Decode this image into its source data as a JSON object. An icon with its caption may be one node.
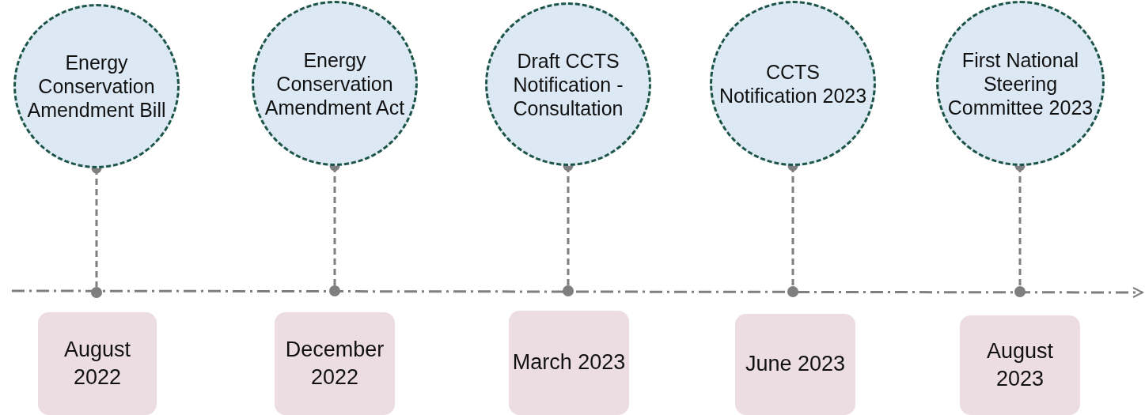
{
  "diagram": {
    "nodes": [
      {
        "text": [
          "Energy Conservation Amendment Bill"
        ]
      },
      {
        "text": [
          "Energy Conservation Amendment Act"
        ]
      },
      {
        "text": [
          "Draft CCTS Notification - Consultation"
        ]
      },
      {
        "text": [
          "CCTS Notification 2023"
        ]
      },
      {
        "text": [
          "First National Steering Committee 2023"
        ]
      },
      {
        "text": [],
        "shape": "circle"
      },
      {
        "text": [],
        "shape": "circle"
      },
      {
        "text": [],
        "shape": "circle"
      },
      {
        "text": [],
        "shape": "circle"
      },
      {
        "text": [],
        "shape": "circle"
      },
      {
        "text": [
          "August 2022"
        ]
      },
      {
        "text": [
          "December 2022"
        ]
      },
      {
        "text": [
          "March 2023"
        ]
      },
      {
        "text": [
          "June 2023"
        ]
      },
      {
        "text": [
          "August 2023"
        ]
      }
    ],
    "edges": [
      {
        "from": 0,
        "to": 5,
        "arrow": "other",
        "style": "dashed"
      },
      {
        "from": 1,
        "to": 6,
        "arrow": "other",
        "style": "dashed"
      },
      {
        "from": 2,
        "to": 7,
        "arrow": "other",
        "style": "dashed"
      },
      {
        "from": 3,
        "to": 8,
        "arrow": "other",
        "style": "dashed"
      },
      {
        "from": 4,
        "to": 9,
        "arrow": "other",
        "style": "dashed"
      }
    ]
  }
}
